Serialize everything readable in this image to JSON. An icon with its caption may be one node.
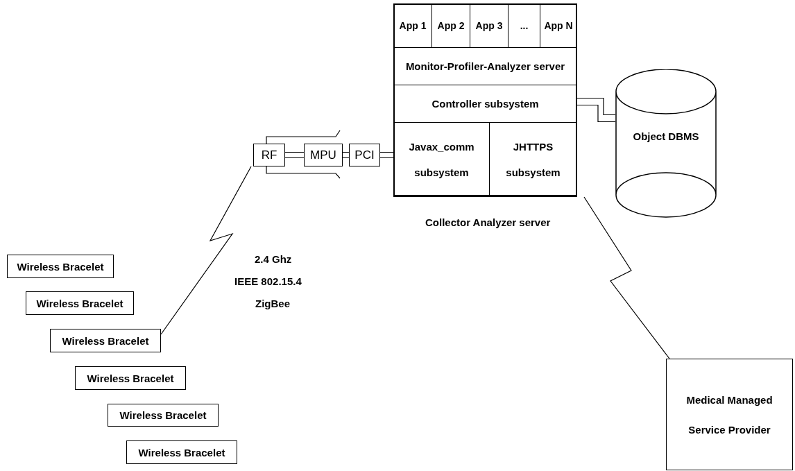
{
  "diagram": {
    "nodes": [
      {
        "text": [],
        "shape": "box",
        "beside": [
          "Collector Analyzer server"
        ]
      },
      {
        "text": [
          "App 1"
        ],
        "in": 0
      },
      {
        "text": [
          "App 2"
        ],
        "in": 0
      },
      {
        "text": [
          "App 3"
        ],
        "in": 0
      },
      {
        "text": [
          "..."
        ],
        "in": 0
      },
      {
        "text": [
          "App N"
        ],
        "in": 0
      },
      {
        "text": [
          "Monitor-Profiler-Analyzer server"
        ],
        "in": 0
      },
      {
        "text": [
          "Controller subsystem"
        ],
        "in": 0
      },
      {
        "text": [
          "Javax_comm subsystem"
        ],
        "in": 0
      },
      {
        "text": [
          "JHTTPS subsystem"
        ],
        "in": 0
      },
      {
        "text": [
          "RF"
        ]
      },
      {
        "text": [
          "MPU"
        ]
      },
      {
        "text": [
          "PCI"
        ]
      },
      {
        "text": [
          "Object DBMS"
        ]
      },
      {
        "text": [
          "Wireless Bracelet"
        ]
      },
      {
        "text": [
          "Wireless Bracelet"
        ]
      },
      {
        "text": [
          "Wireless Bracelet"
        ]
      },
      {
        "text": [
          "Wireless Bracelet"
        ]
      },
      {
        "text": [
          "Wireless Bracelet"
        ]
      },
      {
        "text": [
          "Wireless Bracelet"
        ]
      },
      {
        "text": [
          "Medical Managed Service Provider"
        ]
      }
    ],
    "edges": [
      {
        "from": 10,
        "to": 11,
        "arrow": "none"
      },
      {
        "from": 11,
        "to": 12,
        "arrow": "none"
      },
      {
        "from": 12,
        "to": 8,
        "arrow": "none"
      },
      {
        "from": 7,
        "to": 13,
        "arrow": "none"
      },
      {
        "from": 10,
        "to": 16,
        "arrow": "none"
      },
      {
        "from": 0,
        "to": 20,
        "arrow": "none"
      }
    ],
    "labels": [
      "2.4 Ghz",
      "IEEE 802.15.4",
      "ZigBee"
    ]
  }
}
